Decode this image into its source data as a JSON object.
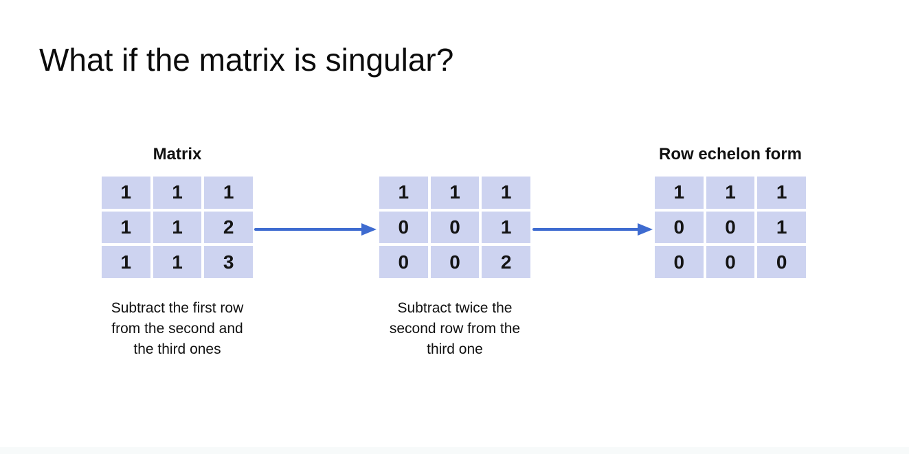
{
  "slide": {
    "title": "What if the matrix is singular?"
  },
  "stages": [
    {
      "header": "Matrix",
      "matrix": [
        [
          "1",
          "1",
          "1"
        ],
        [
          "1",
          "1",
          "2"
        ],
        [
          "1",
          "1",
          "3"
        ]
      ],
      "caption_lines": [
        "Subtract the first row",
        "from the second and",
        "the third ones"
      ]
    },
    {
      "header": "",
      "matrix": [
        [
          "1",
          "1",
          "1"
        ],
        [
          "0",
          "0",
          "1"
        ],
        [
          "0",
          "0",
          "2"
        ]
      ],
      "caption_lines": [
        "Subtract twice the",
        "second row from the",
        "third one"
      ]
    },
    {
      "header": "Row echelon form",
      "matrix": [
        [
          "1",
          "1",
          "1"
        ],
        [
          "0",
          "0",
          "1"
        ],
        [
          "0",
          "0",
          "0"
        ]
      ],
      "caption_lines": []
    }
  ],
  "arrows": [
    {
      "name": "arrow-matrix-to-step2",
      "direction": "right"
    },
    {
      "name": "arrow-step2-to-echelon",
      "direction": "right"
    }
  ],
  "colors": {
    "cell_bg": "#cdd3f0",
    "arrow": "#3e6bd0",
    "text": "#111111",
    "footer_bg": "#f7fafa",
    "page_bg": "#ffffff"
  }
}
